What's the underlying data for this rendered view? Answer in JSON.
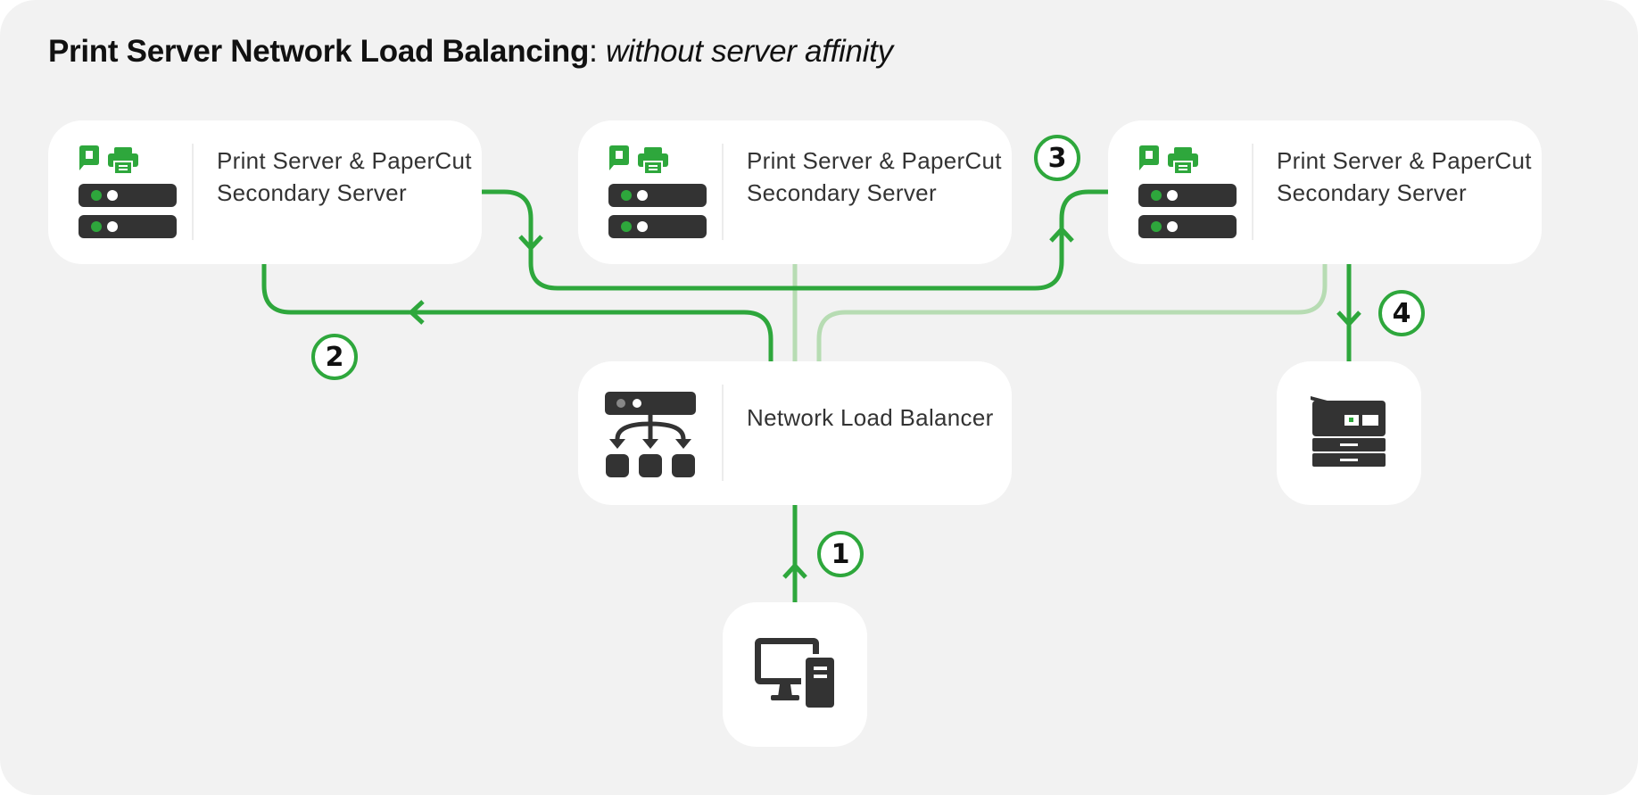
{
  "title": {
    "bold": "Print Server Network Load Balancing",
    "separator": ":",
    "italic": "without server affinity"
  },
  "colors": {
    "background": "#f2f2f2",
    "card": "#ffffff",
    "accent_green": "#2ea73c",
    "faded_green": "#b7dcb3",
    "icon_dark": "#333333"
  },
  "servers": [
    {
      "label": "Print Server & PaperCut Secondary Server",
      "icon": "papercut-server-icon"
    },
    {
      "label": "Print Server & PaperCut Secondary Server",
      "icon": "papercut-server-icon"
    },
    {
      "label": "Print Server & PaperCut Secondary Server",
      "icon": "papercut-server-icon"
    }
  ],
  "load_balancer": {
    "label": "Network Load Balancer",
    "icon": "network-distribution-icon"
  },
  "printer": {
    "icon": "multifunction-printer-icon"
  },
  "client": {
    "icon": "desktop-computer-icon"
  },
  "steps": [
    "1",
    "2",
    "3",
    "4"
  ]
}
